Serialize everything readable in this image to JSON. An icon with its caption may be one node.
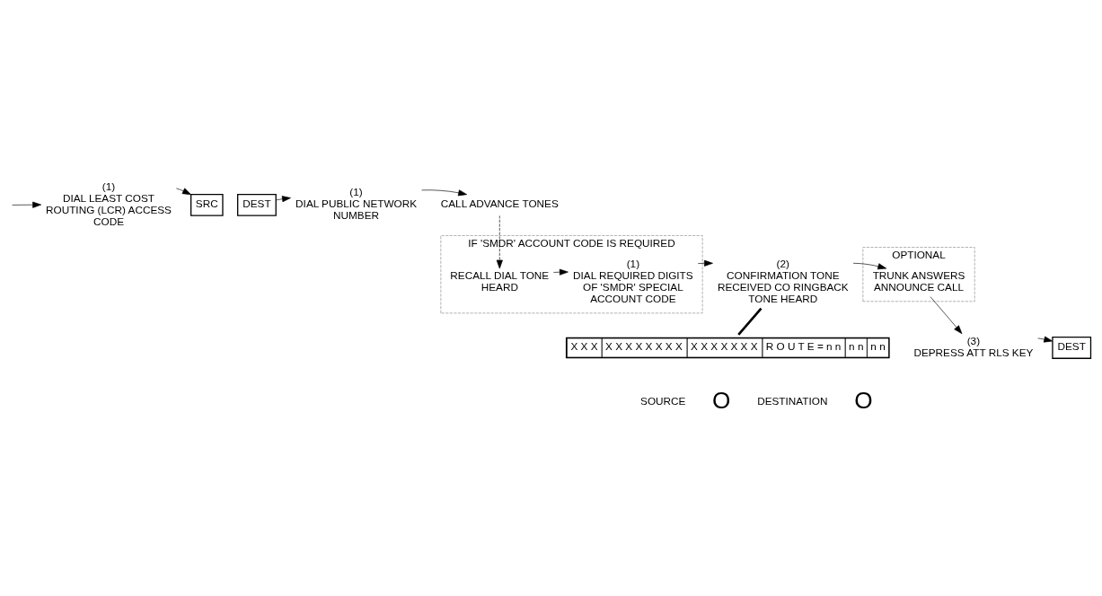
{
  "diagram": {
    "nodes": [
      {
        "text": [
          "(1)",
          "DIAL LEAST COST ROUTING (LCR) ACCESS CODE"
        ]
      },
      {
        "text": [
          "SRC"
        ]
      },
      {
        "text": [
          "DEST"
        ]
      },
      {
        "text": [
          "(1)",
          "DIAL PUBLIC NETWORK NUMBER"
        ]
      },
      {
        "text": [
          "CALL ADVANCE TONES"
        ]
      },
      {
        "text": [
          "IF 'SMDR' ACCOUNT CODE IS REQUIRED"
        ]
      },
      {
        "text": [
          "RECALL DIAL TONE HEARD"
        ],
        "in": 5
      },
      {
        "text": [
          "(1)",
          "DIAL REQUIRED DIGITS OF 'SMDR' SPECIAL ACCOUNT CODE"
        ],
        "in": 5
      },
      {
        "text": [
          "(2)",
          "CONFIRMATION TONE RECEIVED CO RINGBACK TONE HEARD"
        ]
      },
      {
        "text": [
          "OPTIONAL"
        ]
      },
      {
        "text": [
          "TRUNK ANSWERS ANNOUNCE CALL"
        ],
        "in": 9
      },
      {
        "text": [
          "(3)",
          "DEPRESS ATT RLS KEY"
        ]
      },
      {
        "text": [
          "DEST"
        ]
      },
      {
        "text": [
          "X X X",
          "X X X X X X X X",
          "X X X X X X X",
          "R O U T E = n n",
          "n n",
          "n n"
        ]
      }
    ],
    "edges": [
      {
        "from": null,
        "to": 0,
        "arrow": "to"
      },
      {
        "from": 0,
        "to": 1,
        "arrow": "to"
      },
      {
        "from": 2,
        "to": 3,
        "arrow": "to"
      },
      {
        "from": 3,
        "to": 4,
        "arrow": "to"
      },
      {
        "from": 4,
        "to": 6,
        "arrow": "to",
        "style": "dashed"
      },
      {
        "from": 6,
        "to": 7,
        "arrow": "to"
      },
      {
        "from": 7,
        "to": 8,
        "arrow": "to"
      },
      {
        "from": 8,
        "to": 10,
        "arrow": "to"
      },
      {
        "from": 10,
        "to": 11,
        "arrow": "to"
      },
      {
        "from": 11,
        "to": 12,
        "arrow": "to"
      },
      {
        "from": 8,
        "to": 13,
        "arrow": "none",
        "style": "thick"
      }
    ],
    "labels": [
      "SOURCE",
      "O",
      "DESTINATION",
      "O"
    ]
  }
}
